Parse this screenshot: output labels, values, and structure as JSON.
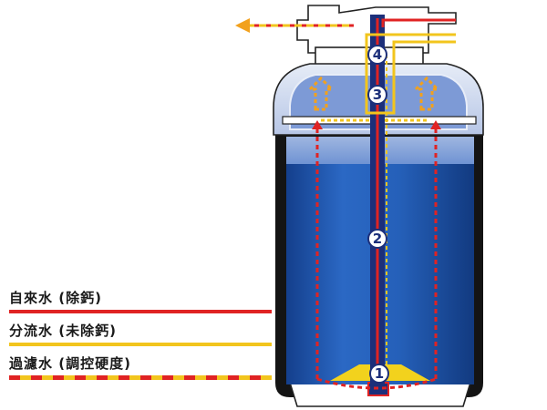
{
  "legend": [
    {
      "label": "自來水 (除鈣)",
      "style": "solid",
      "color": "#e02323"
    },
    {
      "label": "分流水 (未除鈣)",
      "style": "solid",
      "color": "#f2c51d"
    },
    {
      "label": "過濾水 (調控硬度)",
      "style": "dashed",
      "color": "#e02323",
      "color2": "#f2c51d"
    }
  ],
  "steps": [
    "1",
    "2",
    "3",
    "4"
  ],
  "colors": {
    "tank_body": "#1a4fa8",
    "tank_shell": "#1a1a1a",
    "dome": "#c9d4ec",
    "resin_top": "#a9bfe4",
    "tap_water": "#e02323",
    "bypass_water": "#f2c51d",
    "center_tube": "#1c2f7a",
    "cap": "#ffffff"
  }
}
